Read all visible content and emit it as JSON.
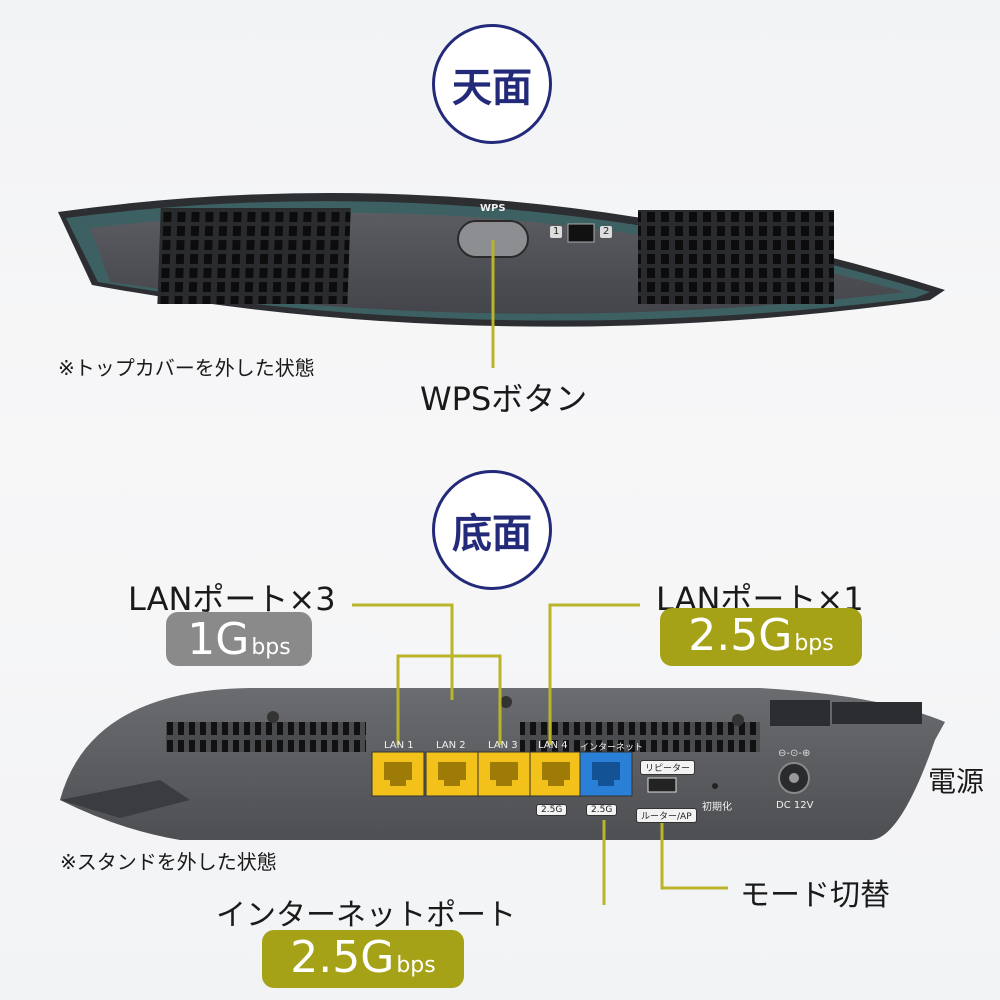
{
  "top_section": {
    "title": "天面",
    "note": "※トップカバーを外した状態",
    "wps_button_label": "WPSボタン",
    "device_wps_text": "WPS",
    "switch_pos_1": "1",
    "switch_pos_2": "2"
  },
  "bottom_section": {
    "title": "底面",
    "note": "※スタンドを外した状態",
    "lan_ports_1g": {
      "label": "LANポート×3",
      "speed_main": "1G",
      "speed_unit": "bps",
      "color": "#8a8a8a"
    },
    "lan_port_25g": {
      "label": "LANポート×1",
      "speed_main": "2.5G",
      "speed_unit": "bps",
      "color": "#a5a217"
    },
    "internet_port": {
      "label": "インターネットポート",
      "speed_main": "2.5G",
      "speed_unit": "bps",
      "color": "#a5a217"
    },
    "power_label": "電源",
    "mode_switch_label": "モード切替",
    "device_labels": {
      "lan1": "LAN 1",
      "lan2": "LAN 2",
      "lan3": "LAN 3",
      "lan4": "LAN 4",
      "internet": "インターネット",
      "badge_lan4": "2.5G",
      "badge_internet": "2.5G",
      "repeater": "リピーター",
      "router_ap": "ルーター/AP",
      "reset": "初期化",
      "dc": "DC 12V"
    }
  },
  "colors": {
    "title_navy": "#232a7a",
    "lan_port_yellow": "#f2c21a",
    "internet_port_blue": "#2a7fd6"
  }
}
